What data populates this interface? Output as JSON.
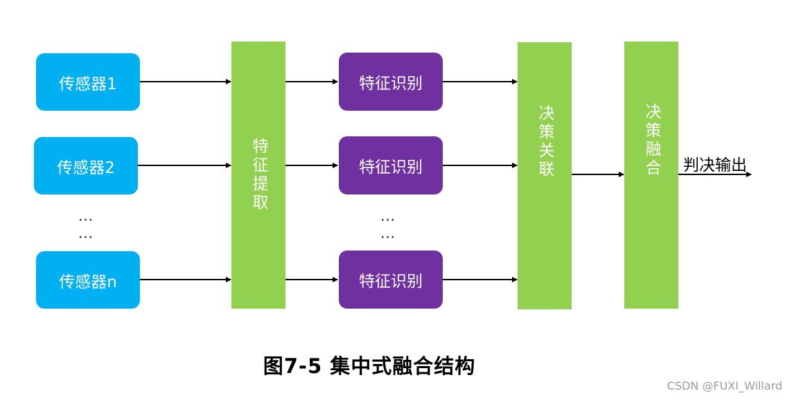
{
  "sensors": [
    {
      "label": "传感器1"
    },
    {
      "label": "传感器2"
    },
    {
      "label": "传感器n"
    }
  ],
  "sensor_ellipsis": "……",
  "feature_extraction": {
    "label": "特征提取"
  },
  "feature_recognition": [
    {
      "label": "特征识别"
    },
    {
      "label": "特征识别"
    },
    {
      "label": "特征识别"
    }
  ],
  "feature_ellipsis": "……",
  "decision_association": {
    "label": "决策关联"
  },
  "decision_fusion": {
    "label": "决策融合"
  },
  "output": {
    "label": "判决输出"
  },
  "caption": "图7-5 集中式融合结构",
  "watermark": "CSDN @FUXI_Willard",
  "colors": {
    "sensor": "#00b0f0",
    "feature": "#7030a0",
    "bar": "#92d050",
    "arrow": "#000000"
  }
}
